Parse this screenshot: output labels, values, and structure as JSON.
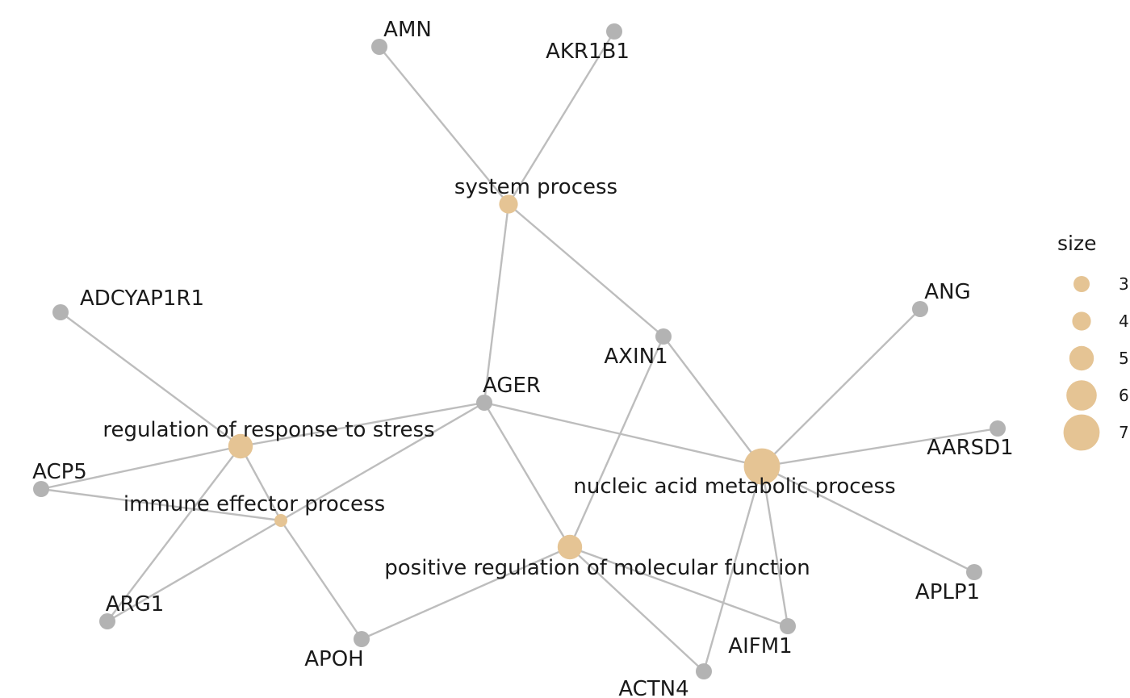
{
  "legend": {
    "title": "size",
    "items": [
      {
        "label": "3",
        "size": 3
      },
      {
        "label": "4",
        "size": 4
      },
      {
        "label": "5",
        "size": 5
      },
      {
        "label": "6",
        "size": 6
      },
      {
        "label": "7",
        "size": 7
      }
    ]
  },
  "colors": {
    "term_node": "#e5c494",
    "gene_node": "#b3b3b3",
    "edge": "#bdbdbd"
  },
  "nodes": [
    {
      "id": "system_process",
      "label": "system process",
      "type": "term",
      "size": 4
    },
    {
      "id": "regulation_of_response_to_stress",
      "label": "regulation of response to stress",
      "type": "term",
      "size": 5
    },
    {
      "id": "immune_effector_process",
      "label": "immune effector process",
      "type": "term",
      "size": 3
    },
    {
      "id": "nucleic_acid_metabolic_process",
      "label": "nucleic acid metabolic process",
      "type": "term",
      "size": 7
    },
    {
      "id": "positive_regulation_of_molecular_function",
      "label": "positive regulation of molecular function",
      "type": "term",
      "size": 5
    },
    {
      "id": "AMN",
      "label": "AMN",
      "type": "gene"
    },
    {
      "id": "AKR1B1",
      "label": "AKR1B1",
      "type": "gene"
    },
    {
      "id": "ADCYAP1R1",
      "label": "ADCYAP1R1",
      "type": "gene"
    },
    {
      "id": "ANG",
      "label": "ANG",
      "type": "gene"
    },
    {
      "id": "AXIN1",
      "label": "AXIN1",
      "type": "gene"
    },
    {
      "id": "AGER",
      "label": "AGER",
      "type": "gene"
    },
    {
      "id": "AARSD1",
      "label": "AARSD1",
      "type": "gene"
    },
    {
      "id": "ACP5",
      "label": "ACP5",
      "type": "gene"
    },
    {
      "id": "ARG1",
      "label": "ARG1",
      "type": "gene"
    },
    {
      "id": "APOH",
      "label": "APOH",
      "type": "gene"
    },
    {
      "id": "APLP1",
      "label": "APLP1",
      "type": "gene"
    },
    {
      "id": "AIFM1",
      "label": "AIFM1",
      "type": "gene"
    },
    {
      "id": "ACTN4",
      "label": "ACTN4",
      "type": "gene"
    }
  ],
  "edges": [
    [
      "system_process",
      "AMN"
    ],
    [
      "system_process",
      "AKR1B1"
    ],
    [
      "system_process",
      "AGER"
    ],
    [
      "system_process",
      "AXIN1"
    ],
    [
      "regulation_of_response_to_stress",
      "ADCYAP1R1"
    ],
    [
      "regulation_of_response_to_stress",
      "AGER"
    ],
    [
      "regulation_of_response_to_stress",
      "ACP5"
    ],
    [
      "regulation_of_response_to_stress",
      "ARG1"
    ],
    [
      "regulation_of_response_to_stress",
      "immune_effector_process"
    ],
    [
      "immune_effector_process",
      "ACP5"
    ],
    [
      "immune_effector_process",
      "AGER"
    ],
    [
      "immune_effector_process",
      "ARG1"
    ],
    [
      "immune_effector_process",
      "APOH"
    ],
    [
      "nucleic_acid_metabolic_process",
      "AXIN1"
    ],
    [
      "nucleic_acid_metabolic_process",
      "ANG"
    ],
    [
      "nucleic_acid_metabolic_process",
      "AGER"
    ],
    [
      "nucleic_acid_metabolic_process",
      "AARSD1"
    ],
    [
      "nucleic_acid_metabolic_process",
      "APLP1"
    ],
    [
      "nucleic_acid_metabolic_process",
      "AIFM1"
    ],
    [
      "nucleic_acid_metabolic_process",
      "ACTN4"
    ],
    [
      "positive_regulation_of_molecular_function",
      "AGER"
    ],
    [
      "positive_regulation_of_molecular_function",
      "AXIN1"
    ],
    [
      "positive_regulation_of_molecular_function",
      "APOH"
    ],
    [
      "positive_regulation_of_molecular_function",
      "AIFM1"
    ],
    [
      "positive_regulation_of_molecular_function",
      "ACTN4"
    ]
  ]
}
